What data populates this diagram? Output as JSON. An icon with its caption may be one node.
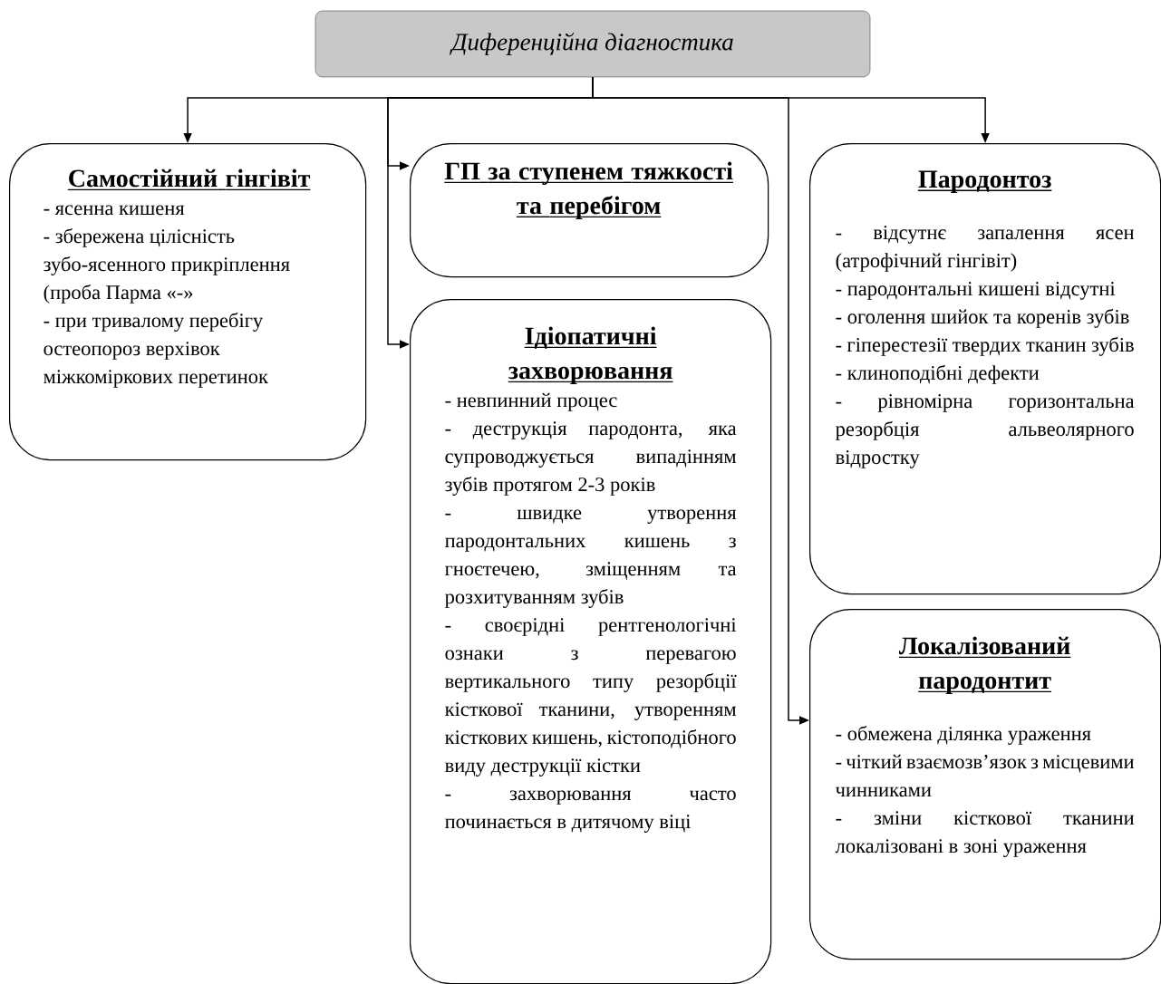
{
  "diagram": {
    "nodes": [
      {
        "text": [
          "Диференційна діагностика"
        ]
      },
      {
        "text": [
          "Самостійний гінгівіт",
          "- ясенна кишеня",
          "- збережена цілісність зубо-ясенного прикріплення (проба Парма «-»",
          "- при тривалому перебігу остеопороз верхівок міжкоміркових перетинок"
        ]
      },
      {
        "text": [
          "ГП за ступенем тяжкості та перебігом"
        ]
      },
      {
        "text": [
          "Ідіопатичні захворювання",
          "- невпинний процес",
          "- деструкція пародонта, яка супроводжується випадінням зубів протягом 2-3 років",
          "- швидке утворення пародонтальних кишень з гноєтечею, зміщенням та розхитуванням зубів",
          "- своєрідні рентгенологічні ознаки з перевагою вертикального типу резорбції кісткової тканини, утворенням кісткових кишень, кістоподібного виду деструкції кістки",
          "- захворювання часто починається в дитячому віці"
        ]
      },
      {
        "text": [
          "Пародонтоз",
          "- відсутнє запалення ясен (атрофічний гінгівіт)",
          "- пародонтальні кишені відсутні",
          "- оголення шийок та коренів зубів",
          "- гіперестезії твердих тканин зубів",
          "- клиноподібні дефекти",
          "- рівномірна горизонтальна резорбція альвеолярного відростку"
        ]
      },
      {
        "text": [
          "Локалізований пародонтит",
          "- обмежена ділянка ураження",
          "- чіткий взаємозв’язок з місцевими чинниками",
          "- зміни кісткової тканини локалізовані в зоні ураження"
        ]
      }
    ],
    "edges": [
      {
        "from": 0,
        "to": 1,
        "arrow": "to"
      },
      {
        "from": 0,
        "to": 2,
        "arrow": "to"
      },
      {
        "from": 0,
        "to": 3,
        "arrow": "to"
      },
      {
        "from": 0,
        "to": 4,
        "arrow": "to"
      },
      {
        "from": 0,
        "to": 5,
        "arrow": "to"
      }
    ]
  }
}
